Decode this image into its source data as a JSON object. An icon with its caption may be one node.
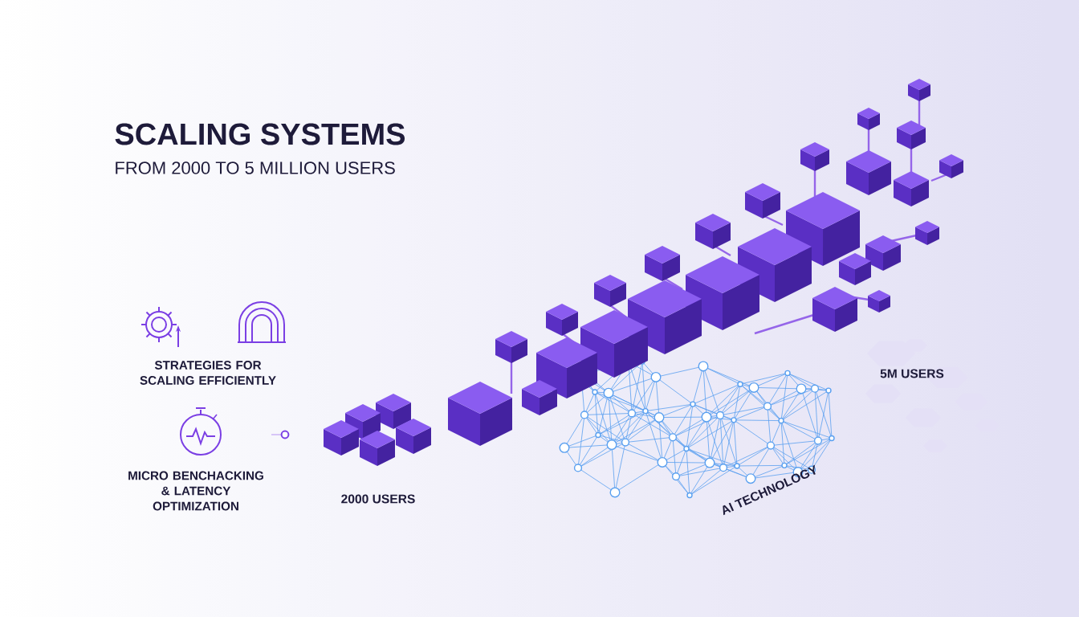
{
  "diagram": {
    "title": "SCALING SYSTEMS",
    "labels": [
      "FROM 2000 TO 5 MILLION USERS",
      "STRATEGIES FOR SCALING EFFICIENTLY",
      "5M USERS",
      "MICRO BENCHACKING & LATENCY OPTIMIZATION",
      "AI TECHNOLOGY",
      "2000 USERS"
    ]
  }
}
